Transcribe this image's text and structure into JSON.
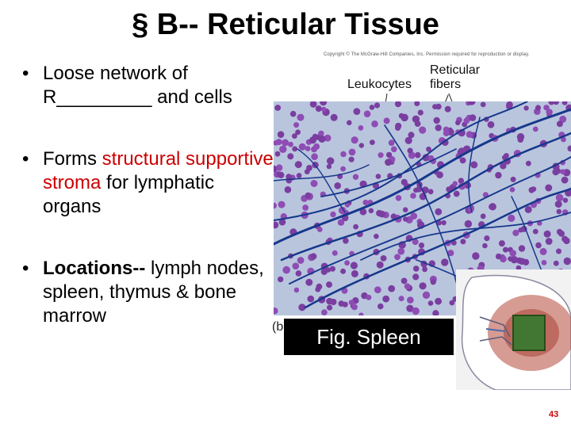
{
  "slide": {
    "title": "§ B-- Reticular Tissue",
    "page_number": "43"
  },
  "bullets": [
    {
      "marker": "•",
      "text_parts": [
        {
          "text": "Loose network of R_________ and cells"
        }
      ]
    },
    {
      "marker": "•",
      "text_parts": [
        {
          "text": "Forms "
        },
        {
          "text": "structural supportive stroma",
          "color": "#cc0000"
        },
        {
          "text": " for lymphatic organs"
        }
      ]
    },
    {
      "marker": "•",
      "text_parts": [
        {
          "text": "Locations--",
          "bold": true
        },
        {
          "text": " lymph nodes, spleen, thymus & bone marrow"
        }
      ]
    }
  ],
  "figure": {
    "copyright": "Copyright © The McGraw-Hill Companies, Inc. Permission required for reproduction or display.",
    "label_leukocytes": "Leukocytes",
    "label_reticular_line1": "Reticular",
    "label_reticular_line2": "fibers",
    "panel_letter": "(b",
    "caption_box": "Fig. Spleen"
  }
}
